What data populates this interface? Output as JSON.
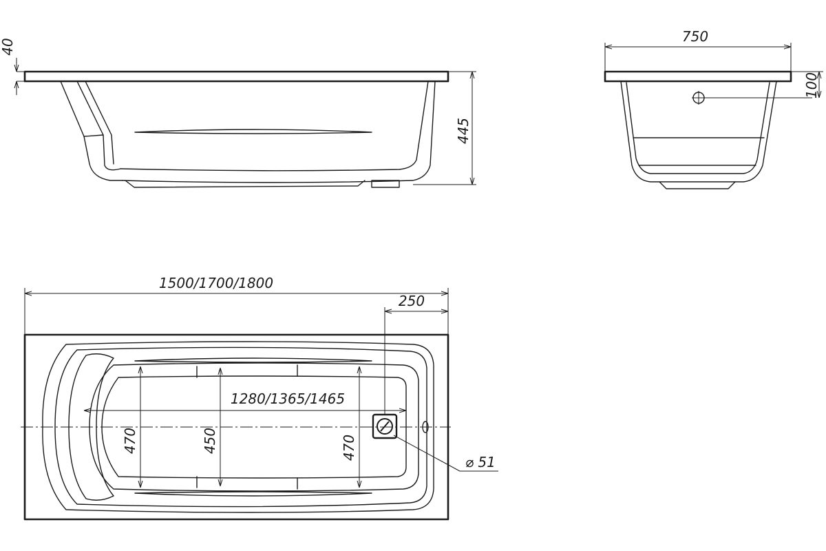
{
  "dimensions": {
    "rim_height": "40",
    "total_height": "445",
    "width": "750",
    "overflow_height": "100",
    "overall_length": "1500/1700/1800",
    "drain_offset": "250",
    "inner_length": "1280/1365/1465",
    "width_left": "470",
    "width_middle": "450",
    "width_right": "470",
    "drain_diameter": "⌀ 51"
  }
}
